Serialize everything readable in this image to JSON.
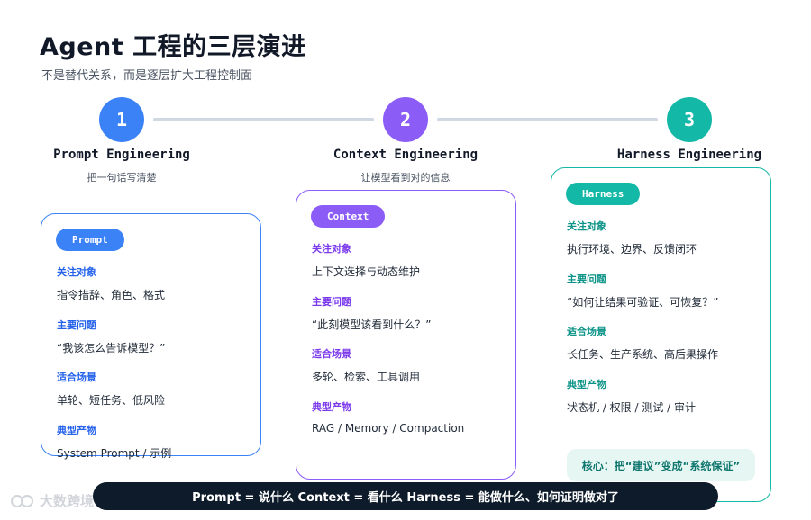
{
  "header": {
    "title": "Agent 工程的三层演进",
    "subtitle": "不是替代关系，而是逐层扩大工程控制面"
  },
  "colors": {
    "blue": "#3b82f6",
    "purple": "#8b5cf6",
    "teal": "#14b8a6",
    "dark_bar": "#0d1b2a"
  },
  "steps": [
    {
      "number": "1",
      "name": "Prompt Engineering",
      "desc": "把一句话写清楚"
    },
    {
      "number": "2",
      "name": "Context Engineering",
      "desc": "让模型看到对的信息"
    },
    {
      "number": "3",
      "name": "Harness Engineering",
      "desc": ""
    }
  ],
  "cards": [
    {
      "badge": "Prompt",
      "sections": [
        {
          "title": "关注对象",
          "text": "指令措辞、角色、格式"
        },
        {
          "title": "主要问题",
          "text": "“我该怎么告诉模型？”"
        },
        {
          "title": "适合场景",
          "text": "单轮、短任务、低风险"
        },
        {
          "title": "典型产物",
          "text": "System Prompt / 示例"
        }
      ]
    },
    {
      "badge": "Context",
      "sections": [
        {
          "title": "关注对象",
          "text": "上下文选择与动态维护"
        },
        {
          "title": "主要问题",
          "text": "“此刻模型该看到什么？”"
        },
        {
          "title": "适合场景",
          "text": "多轮、检索、工具调用"
        },
        {
          "title": "典型产物",
          "text": "RAG / Memory / Compaction"
        }
      ]
    },
    {
      "badge": "Harness",
      "sections": [
        {
          "title": "关注对象",
          "text": "执行环境、边界、反馈闭环"
        },
        {
          "title": "主要问题",
          "text": "“如何让结果可验证、可恢复？”"
        },
        {
          "title": "适合场景",
          "text": "长任务、生产系统、高后果操作"
        },
        {
          "title": "典型产物",
          "text": "状态机 / 权限 / 测试 / 审计"
        }
      ],
      "core": "核心：把“建议”变成“系统保证”"
    }
  ],
  "summary": "Prompt = 说什么 Context = 看什么 Harness = 能做什么、如何证明做对了",
  "watermark": "大数跨境"
}
